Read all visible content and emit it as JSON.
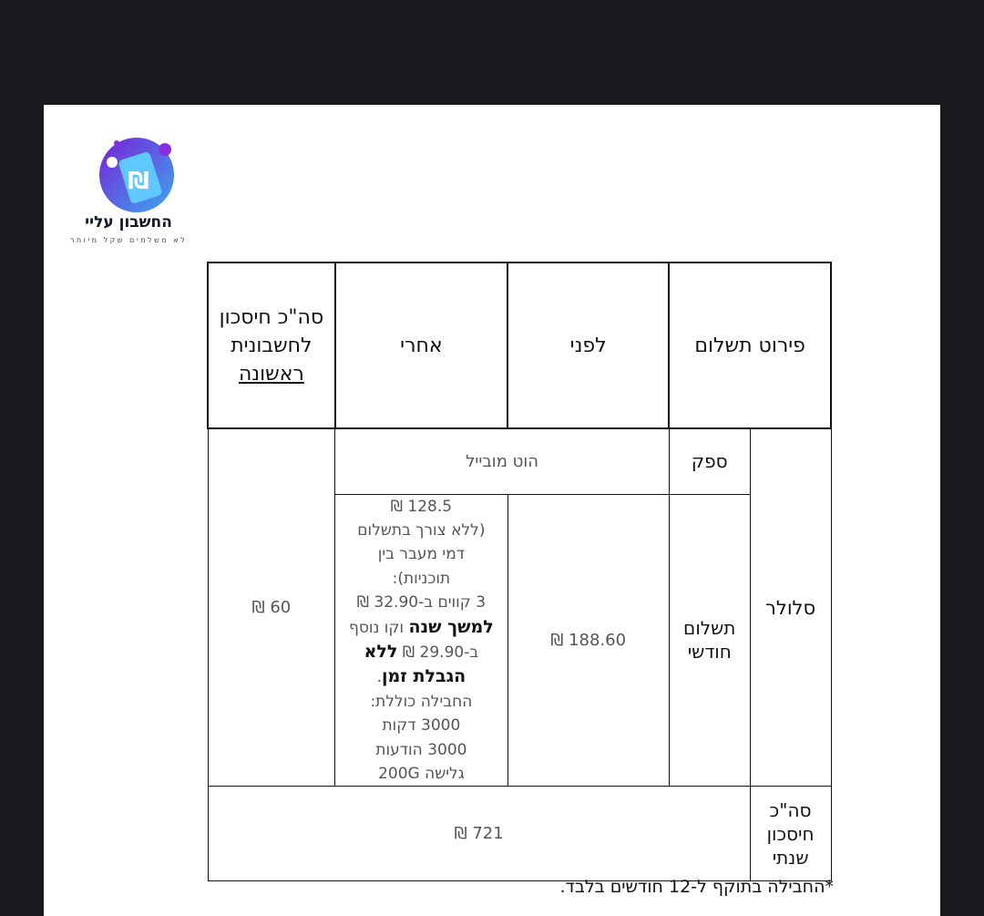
{
  "logo": {
    "icon": "shekel-phone-icon",
    "title": "החשבון עליי",
    "tagline": "לא משלמים שקל מיותר"
  },
  "table": {
    "header": {
      "breakdown": "פירוט תשלום",
      "before": "לפני",
      "after": "אחרי",
      "total_line1": "סה\"כ חיסכון",
      "total_line2": "לחשבונית",
      "total_line3": "ראשונה"
    },
    "cellular": {
      "category": "סלולר",
      "provider_label": "ספק",
      "provider_value": "הוט מובייל",
      "monthly_label_1": "תשלום",
      "monthly_label_2": "חודשי",
      "before_value": "188.60 ₪",
      "after": {
        "price": "128.5 ₪",
        "l1": "(ללא צורך בתשלום",
        "l2": "דמי מעבר בין",
        "l3": "תוכניות):",
        "l4": "3 קווים ב-32.90 ₪",
        "l5_bold": "למשך שנה",
        "l5_rest": " וקו נוסף",
        "l6_pre": "ב-29.90 ₪ ",
        "l6_bold": "ללא",
        "l7_bold": "הגבלת זמן",
        "l7_rest": ".",
        "l8": "החבילה כוללת:",
        "l9": "3000 דקות",
        "l10": "3000 הודעות",
        "l11": "גלישה 200G"
      },
      "saving": "60 ₪"
    },
    "annual": {
      "label_1": "סה\"כ",
      "label_2": "חיסכון",
      "label_3": "שנתי",
      "value": "721 ₪"
    }
  },
  "footnote": "*החבילה בתוקף ל-12 חודשים בלבד."
}
